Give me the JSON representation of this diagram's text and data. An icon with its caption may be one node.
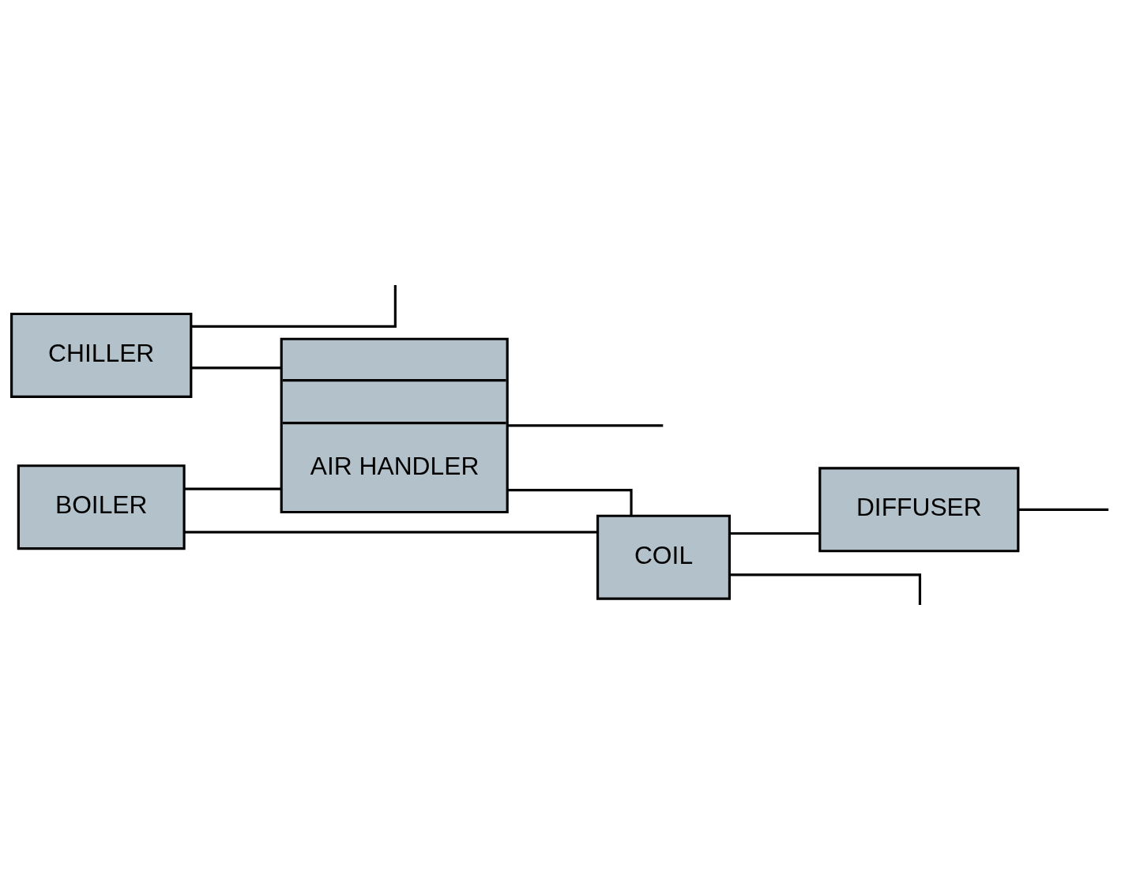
{
  "diagram": {
    "nodes": [
      {
        "text": [
          "CHILLER"
        ]
      },
      {
        "text": [
          "AIR HANDLER"
        ]
      },
      {
        "text": [
          "BOILER"
        ]
      },
      {
        "text": [
          "COIL"
        ]
      },
      {
        "text": [
          "DIFFUSER"
        ]
      }
    ],
    "edges": [
      {
        "from": 0,
        "to": null,
        "arrow": "none"
      },
      {
        "from": 0,
        "to": 1,
        "arrow": "none"
      },
      {
        "from": 1,
        "to": null,
        "arrow": "none"
      },
      {
        "from": 2,
        "to": 1,
        "arrow": "none"
      },
      {
        "from": 2,
        "to": 3,
        "arrow": "none"
      },
      {
        "from": 1,
        "to": 3,
        "arrow": "none"
      },
      {
        "from": 3,
        "to": 4,
        "arrow": "none"
      },
      {
        "from": 4,
        "to": null,
        "arrow": "none"
      },
      {
        "from": 3,
        "to": null,
        "arrow": "none"
      }
    ]
  }
}
